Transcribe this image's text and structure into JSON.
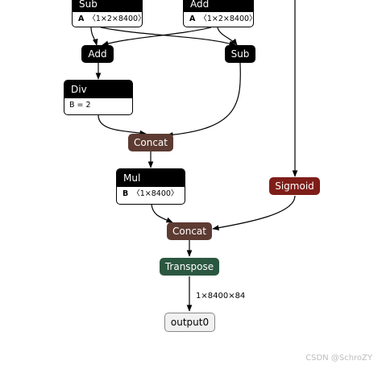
{
  "nodes": {
    "sub_top": {
      "title": "Sub",
      "attr_name": "A",
      "attr_value": "〈1×2×8400〉"
    },
    "add_top": {
      "title": "Add",
      "attr_name": "A",
      "attr_value": "〈1×2×8400〉"
    },
    "add": {
      "title": "Add"
    },
    "sub": {
      "title": "Sub"
    },
    "div": {
      "title": "Div",
      "attr_text": "B = 2"
    },
    "concat1": {
      "title": "Concat"
    },
    "mul": {
      "title": "Mul",
      "attr_name": "B",
      "attr_value": "〈1×8400〉"
    },
    "sigmoid": {
      "title": "Sigmoid"
    },
    "concat2": {
      "title": "Concat"
    },
    "transpose": {
      "title": "Transpose"
    },
    "output": {
      "title": "output0"
    }
  },
  "edge_labels": {
    "transpose_to_output": "1×8400×84"
  },
  "watermark": "CSDN @SchroZY",
  "colors": {
    "op_black": "#000000",
    "concat": "#5d3b32",
    "sigmoid": "#7f1d18",
    "transpose": "#2b5740"
  }
}
